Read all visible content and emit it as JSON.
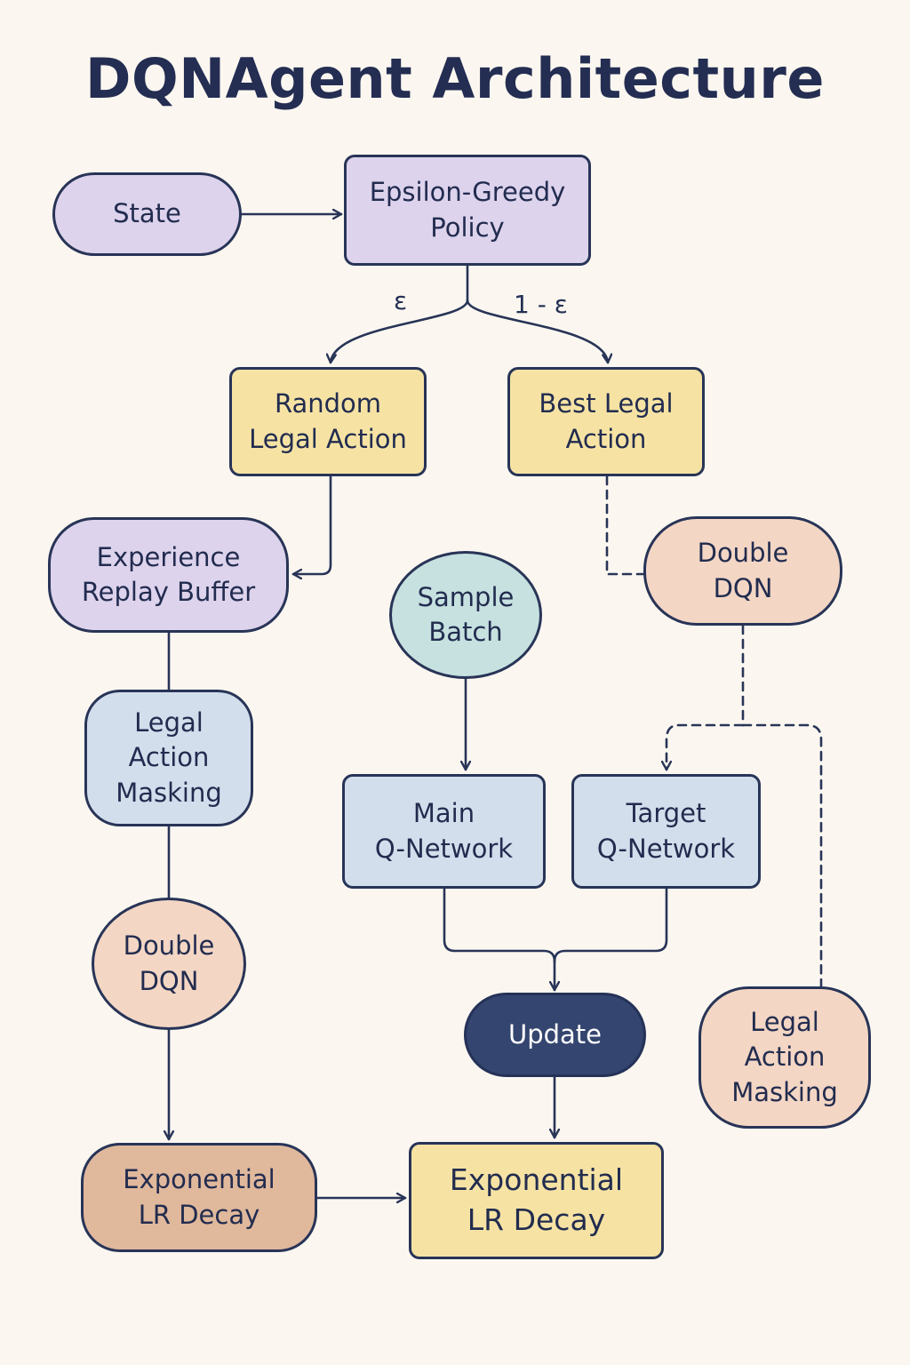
{
  "title": "DQNAgent Architecture",
  "colors": {
    "background": "#fbf7f0",
    "stroke": "#283457",
    "lavender": "#ddd3ec",
    "yellow": "#f6e3a4",
    "peach": "#f3d6c4",
    "blue": "#d3deec",
    "teal": "#c6e1df",
    "navy": "#34456f",
    "terracotta": "#e0b89c"
  },
  "nodes": {
    "state": "State",
    "policy": "Epsilon-Greedy\nPolicy",
    "random_action": "Random\nLegal Action",
    "best_action": "Best Legal\nAction",
    "replay_buffer": "Experience\nReplay Buffer",
    "sample_batch": "Sample\nBatch",
    "double_dqn_right": "Double\nDQN",
    "masking_left": "Legal\nAction\nMasking",
    "main_q": "Main\nQ-Network",
    "target_q": "Target\nQ-Network",
    "double_dqn_left": "Double\nDQN",
    "update": "Update",
    "masking_right": "Legal\nAction\nMasking",
    "lr_decay_left": "Exponential\nLR Decay",
    "lr_decay_right": "Exponential\nLR Decay"
  },
  "edge_labels": {
    "epsilon": "ε",
    "one_minus_epsilon": "1 - ε"
  }
}
